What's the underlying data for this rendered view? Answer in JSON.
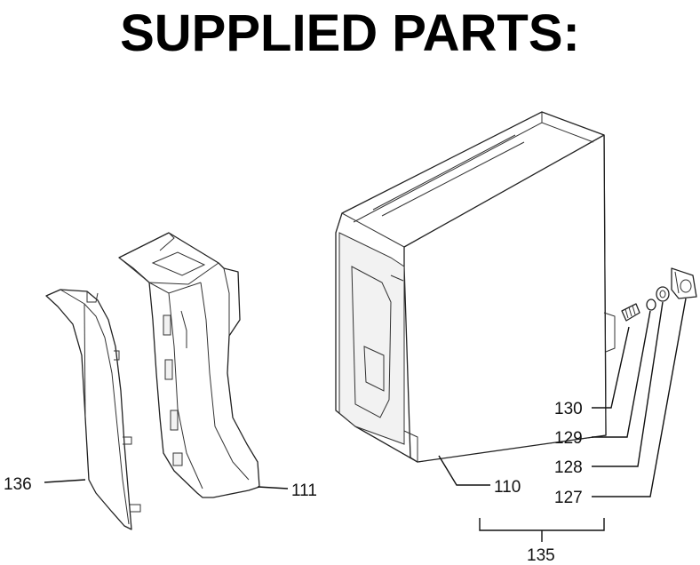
{
  "title": "SUPPLIED PARTS:",
  "labels": {
    "p136": "136",
    "p111": "111",
    "p110": "110",
    "p130": "130",
    "p129": "129",
    "p128": "128",
    "p127": "127",
    "p135": "135"
  }
}
